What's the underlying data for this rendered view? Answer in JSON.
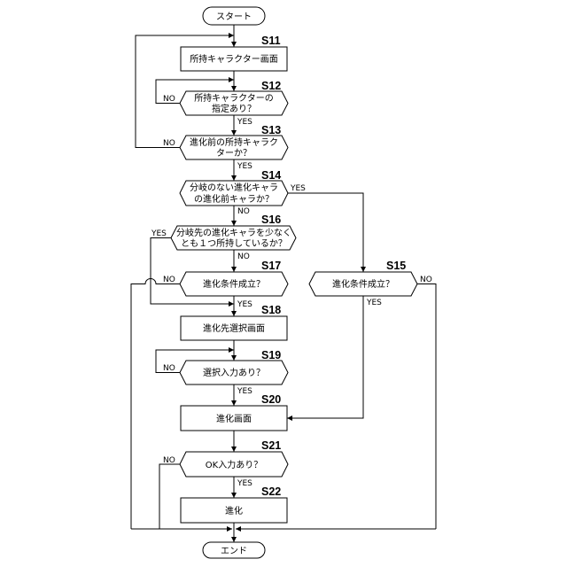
{
  "terminals": {
    "start": "スタート",
    "end": "エンド"
  },
  "branch_labels": {
    "yes": "YES",
    "no": "NO"
  },
  "steps": {
    "s11": {
      "label": "S11",
      "lines": [
        "所持キャラクター画面"
      ]
    },
    "s12": {
      "label": "S12",
      "lines": [
        "所持キャラクターの",
        "指定あり？"
      ]
    },
    "s13": {
      "label": "S13",
      "lines": [
        "進化前の所持キャラク",
        "ターか？"
      ]
    },
    "s14": {
      "label": "S14",
      "lines": [
        "分岐のない進化キャラ",
        "の進化前キャラか？"
      ]
    },
    "s15": {
      "label": "S15",
      "lines": [
        "進化条件成立？"
      ]
    },
    "s16": {
      "label": "S16",
      "lines": [
        "分岐先の進化キャラを少なく",
        "とも１つ所持しているか？"
      ]
    },
    "s17": {
      "label": "S17",
      "lines": [
        "進化条件成立？"
      ]
    },
    "s18": {
      "label": "S18",
      "lines": [
        "進化先選択画面"
      ]
    },
    "s19": {
      "label": "S19",
      "lines": [
        "選択入力あり？"
      ]
    },
    "s20": {
      "label": "S20",
      "lines": [
        "進化画面"
      ]
    },
    "s21": {
      "label": "S21",
      "lines": [
        "OK入力あり？"
      ]
    },
    "s22": {
      "label": "S22",
      "lines": [
        "進化"
      ]
    }
  }
}
